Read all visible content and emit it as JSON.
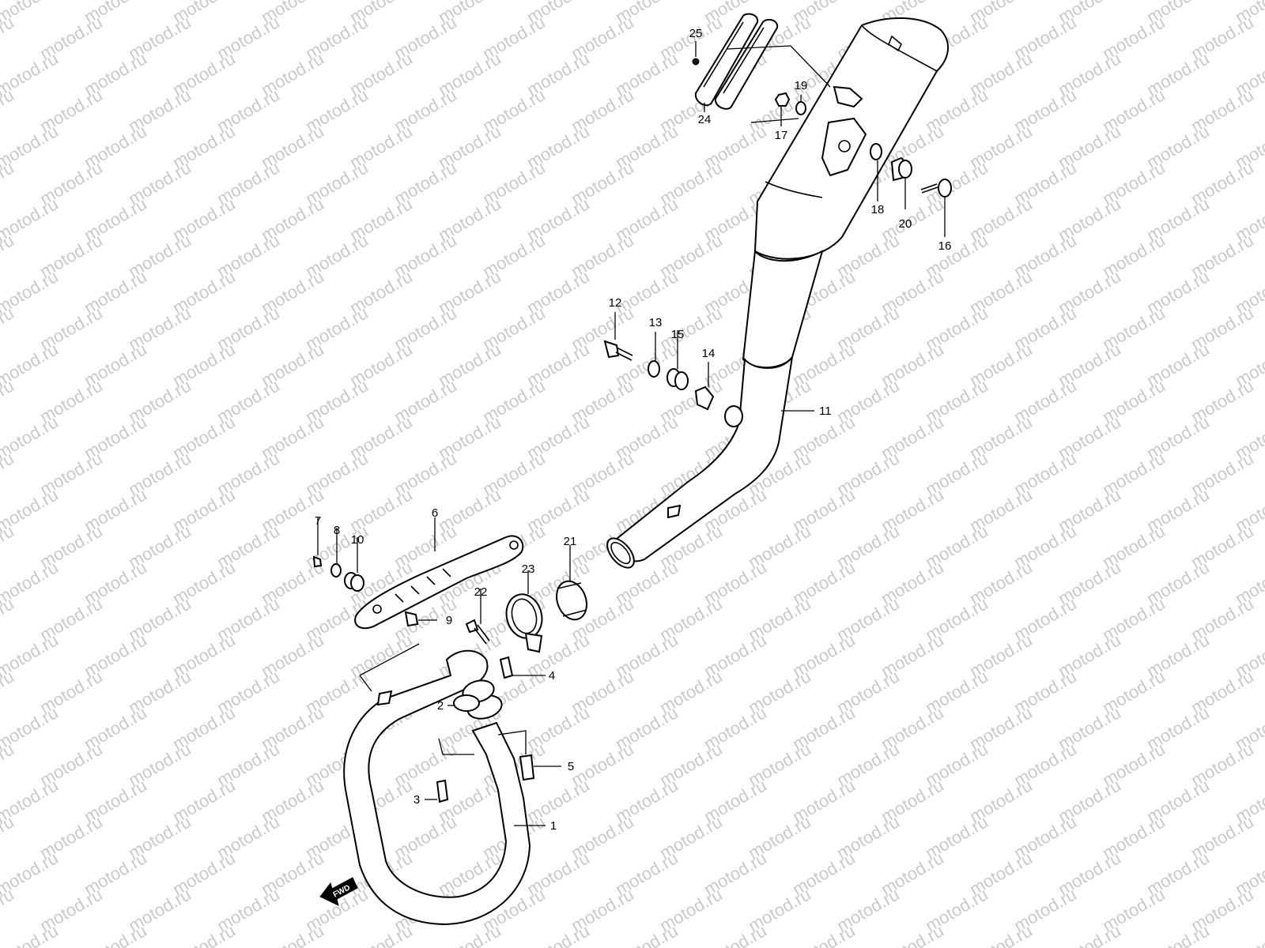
{
  "watermark": {
    "text": "motod.ru",
    "color": "#c9c9c9"
  },
  "direction_label": "FWD",
  "callouts": {
    "c1": "1",
    "c2": "2",
    "c3": "3",
    "c4": "4",
    "c5": "5",
    "c6": "6",
    "c7": "7",
    "c8": "8",
    "c9": "9",
    "c10": "10",
    "c11": "11",
    "c12": "12",
    "c13": "13",
    "c14": "14",
    "c15": "15",
    "c16": "16",
    "c17": "17",
    "c18": "18",
    "c19": "19",
    "c20": "20",
    "c21": "21",
    "c22": "22",
    "c23": "23",
    "c24": "24",
    "c25": "25"
  }
}
